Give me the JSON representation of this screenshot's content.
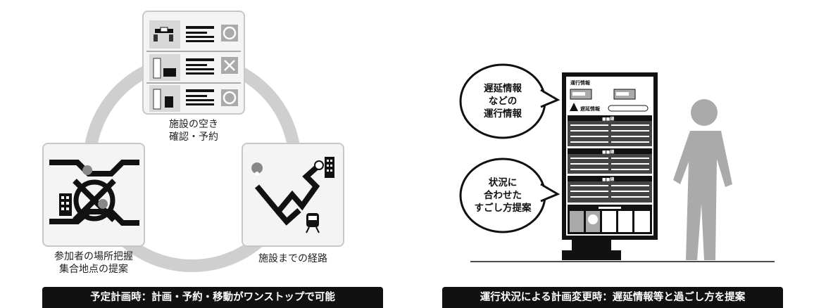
{
  "left": {
    "caption_top_line1": "施設の空き",
    "caption_top_line2": "確認・予約",
    "caption_left_line1": "参加者の場所把握",
    "caption_left_line2": "集合地点の提案",
    "caption_right": "施設までの経路",
    "banner": "予定計画時：計画・予約・移動がワンストップで可能",
    "availability": [
      "○",
      "×",
      "○"
    ]
  },
  "right": {
    "bubble1_line1": "遅延情報",
    "bubble1_line2": "などの",
    "bubble1_line3": "運行情報",
    "bubble2_line1": "状況に",
    "bubble2_line2": "合わせた",
    "bubble2_line3": "すごし方提案",
    "screen_title": "運行情報",
    "screen_alert": "遅延情報",
    "section_label": "■■線",
    "banner": "運行状況による計画変更時：遅延情報等と過ごし方を提案"
  },
  "colors": {
    "ring": "#cfcfcf",
    "panel": "#f4f4f4",
    "banner": "#111111",
    "person": "#aaaaaa"
  }
}
